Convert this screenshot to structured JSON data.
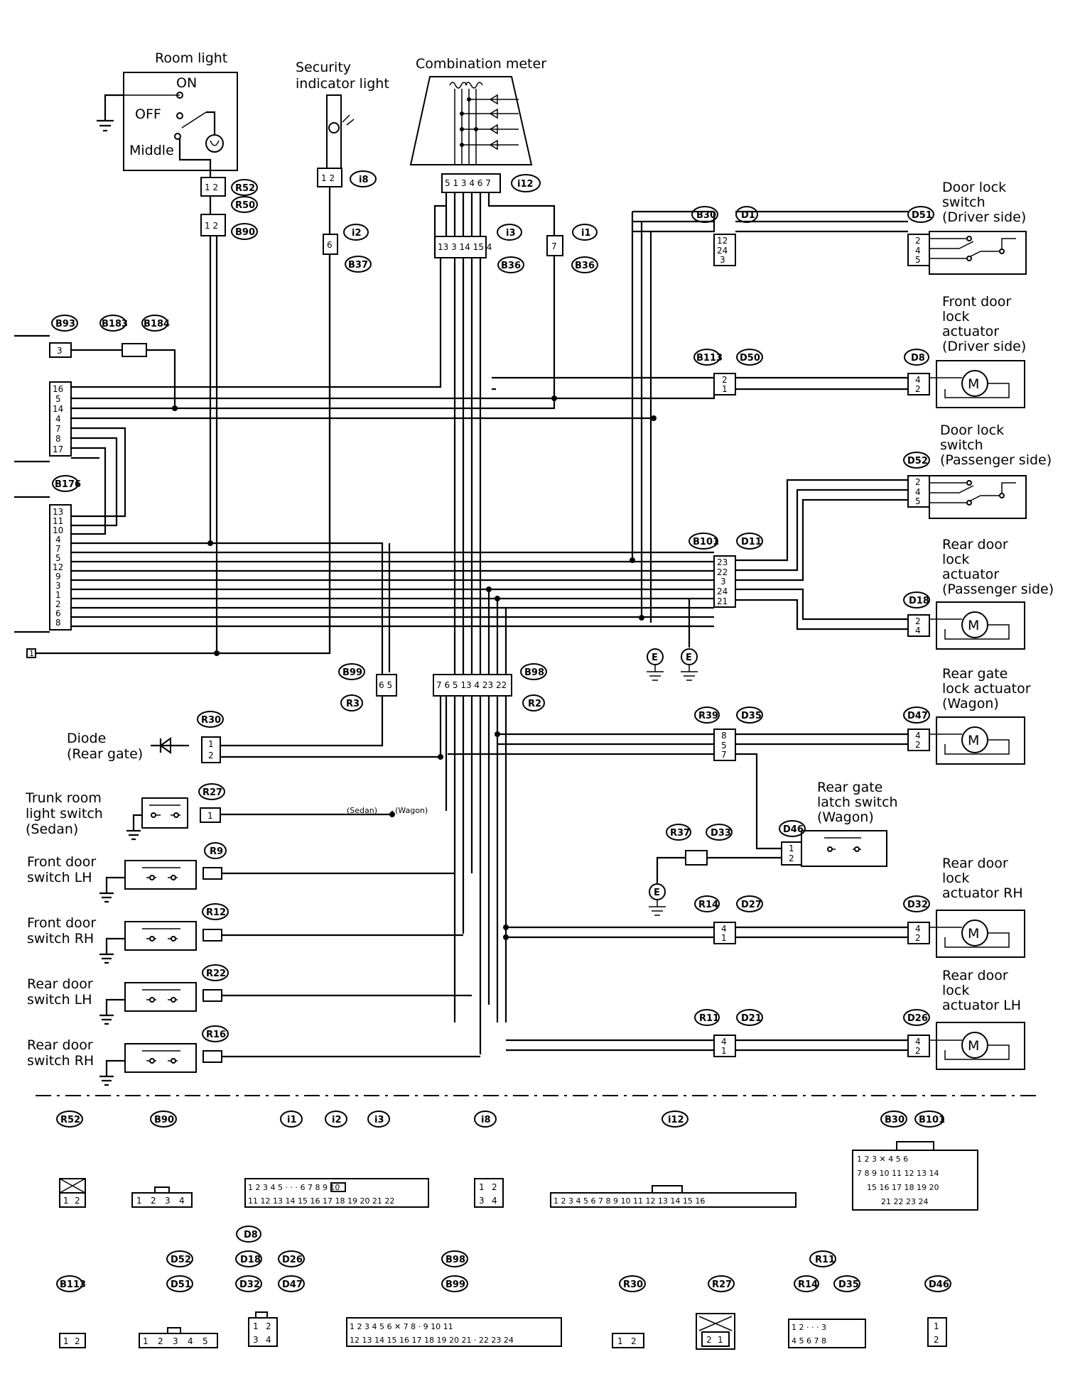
{
  "labels": {
    "room_light": "Room light",
    "on": "ON",
    "off": "OFF",
    "middle": "Middle",
    "security_light_1": "Security",
    "security_light_2": "indicator light",
    "combination_meter": "Combination meter",
    "door_lock_switch_driver": [
      "Door lock",
      "switch",
      "(Driver side)"
    ],
    "front_door_actuator": [
      "Front door",
      "lock",
      "actuator",
      "(Driver side)"
    ],
    "door_lock_switch_passenger": [
      "Door lock",
      "switch",
      "(Passenger side)"
    ],
    "rear_door_actuator_passenger": [
      "Rear door",
      "lock",
      "actuator",
      "(Passenger side)"
    ],
    "rear_gate_actuator": [
      "Rear gate",
      "lock actuator",
      "(Wagon)"
    ],
    "rear_gate_latch": [
      "Rear gate",
      "latch switch",
      "(Wagon)"
    ],
    "rear_door_actuator_rh": [
      "Rear door",
      "lock",
      "actuator RH"
    ],
    "rear_door_actuator_lh": [
      "Rear door",
      "lock",
      "actuator LH"
    ],
    "diode": [
      "Diode",
      "(Rear gate)"
    ],
    "trunk_switch": [
      "Trunk room",
      "light switch",
      "(Sedan)"
    ],
    "front_door_lh": [
      "Front door",
      "switch LH"
    ],
    "front_door_rh": [
      "Front door",
      "switch RH"
    ],
    "rear_door_lh": [
      "Rear door",
      "switch LH"
    ],
    "rear_door_rh": [
      "Rear door",
      "switch RH"
    ],
    "sedan": "(Sedan)",
    "wagon": "(Wagon)",
    "ground": "E"
  },
  "connectors": {
    "r52": "R52",
    "r50": "R50",
    "b90": "B90",
    "i8": "i8",
    "i2": "i2",
    "b37": "B37",
    "i12": "i12",
    "i3": "i3",
    "b36": "B36",
    "i1": "i1",
    "b30": "B30",
    "d1": "D1",
    "d51": "D51",
    "b93": "B93",
    "b183": "B183",
    "b184": "B184",
    "b113": "B113",
    "d50": "D50",
    "d8": "D8",
    "d52": "D52",
    "b176": "B176",
    "b101": "B101",
    "d11": "D11",
    "d18": "D18",
    "b99": "B99",
    "r3": "R3",
    "b98": "B98",
    "r2": "R2",
    "r30": "R30",
    "r39": "R39",
    "d35": "D35",
    "d47": "D47",
    "r27": "R27",
    "d46": "D46",
    "r37": "R37",
    "d33": "D33",
    "r9": "R9",
    "r14": "R14",
    "d27": "D27",
    "d32": "D32",
    "r12": "R12",
    "r22": "R22",
    "r11": "R11",
    "d21": "D21",
    "d26": "D26",
    "r16": "R16"
  },
  "pins": {
    "b93_col": [
      "3",
      "16",
      "5",
      "14",
      "4",
      "7",
      "8",
      "17"
    ],
    "b176_col": [
      "13",
      "11",
      "10",
      "4",
      "7",
      "5",
      "12",
      "9",
      "3",
      "1",
      "2",
      "6",
      "8"
    ],
    "b30_d1": [
      "12",
      "24",
      "3"
    ],
    "d51": [
      "2",
      "4",
      "5"
    ],
    "b113": [
      "2",
      "1"
    ],
    "d8": [
      "4",
      "2"
    ],
    "d52": [
      "2",
      "4",
      "5"
    ],
    "b101_d11": [
      "23",
      "22",
      "3",
      "24",
      "21"
    ],
    "d18": [
      "2",
      "4"
    ],
    "r39_d35": [
      "8",
      "5",
      "7"
    ],
    "d47": [
      "4",
      "2"
    ],
    "d46": [
      "1",
      "2"
    ],
    "r14_d27": [
      "4",
      "1"
    ],
    "d32": [
      "4",
      "2"
    ],
    "r11_d21": [
      "4",
      "1"
    ],
    "d26": [
      "4",
      "2"
    ],
    "r30": [
      "1",
      "2"
    ],
    "r27": "1",
    "b36_i3": [
      "13",
      "3",
      "14",
      "15",
      "4"
    ],
    "b98": [
      "7",
      "6",
      "5",
      "13",
      "4",
      "23",
      "22"
    ],
    "marker_1": "1"
  },
  "legend": {
    "row1_tags": [
      "R52",
      "B90",
      "i1",
      "i2",
      "i3",
      "i8",
      "i12",
      "B30",
      "B101"
    ],
    "row2_tags": [
      "D8",
      "D52",
      "D18",
      "D26",
      "B98",
      "R11",
      "B113",
      "D51",
      "D32",
      "D47",
      "B99",
      "R30",
      "R27",
      "R14",
      "D35",
      "D46"
    ],
    "r52_pins": [
      "1",
      "2"
    ],
    "b90_pins": [
      "1",
      "2",
      "3",
      "4"
    ],
    "i1_pins_top": [
      "1",
      "2",
      "3",
      "4",
      "5",
      "6",
      "7",
      "8",
      "9",
      "10"
    ],
    "i1_pins_bottom": [
      "11",
      "12",
      "13",
      "14",
      "15",
      "16",
      "17",
      "18",
      "19",
      "20",
      "21",
      "22"
    ],
    "i8_pins": [
      "1",
      "2",
      "3",
      "4"
    ],
    "i12_pins": [
      "1",
      "2",
      "3",
      "4",
      "5",
      "6",
      "7",
      "8",
      "9",
      "10",
      "11",
      "12",
      "13",
      "14",
      "15",
      "16"
    ],
    "b30_row1": [
      "1",
      "2",
      "3",
      "4",
      "5",
      "6"
    ],
    "b30_row2": [
      "7",
      "8",
      "9",
      "10",
      "11",
      "12",
      "13",
      "14"
    ],
    "b30_row3": [
      "15",
      "16",
      "17",
      "18",
      "19",
      "20"
    ],
    "b30_row4": [
      "21",
      "22",
      "23",
      "24"
    ],
    "b113_pins": [
      "1",
      "2"
    ],
    "d51_pins": [
      "1",
      "2",
      "3",
      "4",
      "5"
    ],
    "d8_pins": [
      "1",
      "2",
      "3",
      "4"
    ],
    "b98_top": [
      "1",
      "2",
      "3",
      "4",
      "5",
      "6",
      "7",
      "8",
      "9",
      "10",
      "11"
    ],
    "b98_bottom": [
      "12",
      "13",
      "14",
      "15",
      "16",
      "17",
      "18",
      "19",
      "20",
      "21",
      "22",
      "23",
      "24"
    ],
    "r30_pins": [
      "1",
      "2"
    ],
    "r27_pins": [
      "2",
      "1"
    ],
    "r11_top": [
      "1",
      "2",
      "3"
    ],
    "r11_bottom": [
      "4",
      "5",
      "6",
      "7",
      "8"
    ],
    "d46_pins": [
      "1",
      "2"
    ]
  }
}
